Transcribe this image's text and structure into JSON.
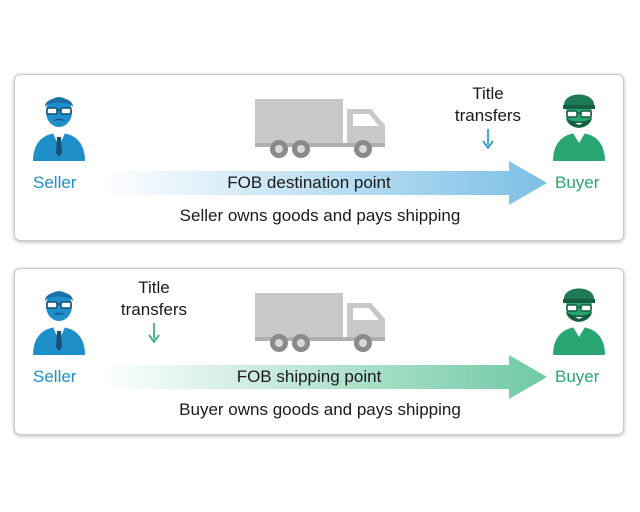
{
  "colors": {
    "seller_blue": "#1f8fca",
    "buyer_green": "#2aa673",
    "truck_gray": "#c8c8c8",
    "arrow_blue": "#8cc8e8",
    "arrow_green": "#7fcfae"
  },
  "panels": [
    {
      "seller_label": "Seller",
      "buyer_label": "Buyer",
      "arrow_label": "FOB destination point",
      "caption": "Seller owns goods and pays shipping",
      "title_note": {
        "line1": "Title",
        "line2": "transfers"
      },
      "arrow_color": "blue",
      "title_transfers_at": "buyer"
    },
    {
      "seller_label": "Seller",
      "buyer_label": "Buyer",
      "arrow_label": "FOB shipping point",
      "caption": "Buyer owns goods and pays shipping",
      "title_note": {
        "line1": "Title",
        "line2": "transfers"
      },
      "arrow_color": "green",
      "title_transfers_at": "seller"
    }
  ],
  "icons": {
    "seller": "seller-person-icon",
    "buyer": "buyer-person-icon",
    "truck": "truck-icon",
    "down_arrow": "down-arrow-icon"
  }
}
